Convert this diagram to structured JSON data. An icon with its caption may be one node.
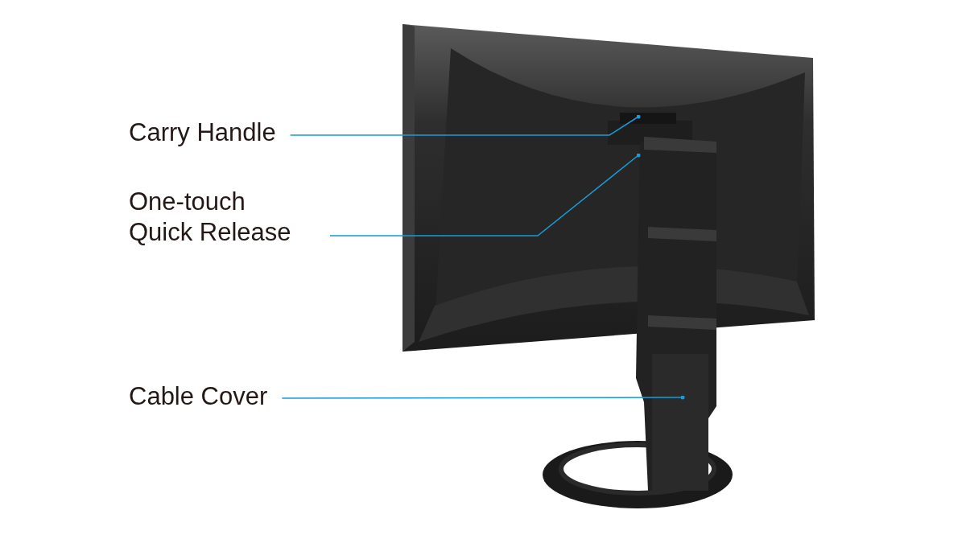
{
  "diagram": {
    "nodes": [
      {
        "text": [
          "Carry Handle"
        ]
      },
      {
        "text": [
          "One-touch Quick Release"
        ]
      },
      {
        "text": [
          "Cable Cover"
        ]
      }
    ],
    "edges": [
      {
        "from": 0,
        "to": null,
        "arrow": "other"
      },
      {
        "from": 1,
        "to": null,
        "arrow": "other"
      },
      {
        "from": 2,
        "to": null,
        "arrow": "other"
      }
    ]
  }
}
